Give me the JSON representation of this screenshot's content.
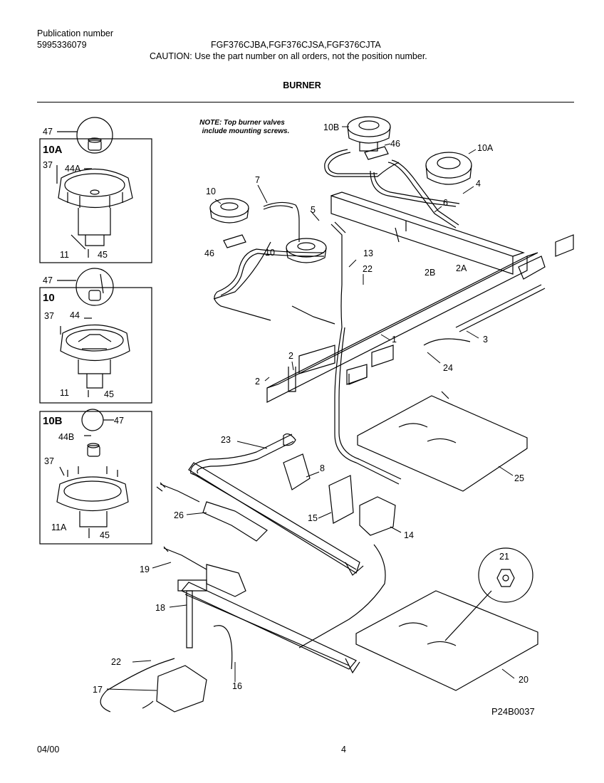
{
  "header": {
    "publication_label": "Publication number",
    "publication_number": "5995336079",
    "models": "FGF376CJBA,FGF376CJSA,FGF376CJTA",
    "caution": "CAUTION:  Use the part number on all orders, not the position number."
  },
  "title": "BURNER",
  "note": [
    "NOTE: Top burner valves",
    "include mounting screws."
  ],
  "insets": {
    "inset_10A": {
      "title": "10A",
      "labels": {
        "a": "47",
        "b": "44A",
        "c": "37",
        "d": "11",
        "e": "45"
      }
    },
    "inset_10": {
      "title": "10",
      "labels": {
        "a": "47",
        "b": "44",
        "c": "37",
        "d": "11",
        "e": "45"
      }
    },
    "inset_10B": {
      "title": "10B",
      "labels": {
        "a": "47",
        "b": "44B",
        "c": "37",
        "d": "11A",
        "e": "45"
      }
    }
  },
  "callouts": {
    "c10B": "10B",
    "c46a": "46",
    "c10A": "10A",
    "c7": "7",
    "c10": "10",
    "c5": "5",
    "c4": "4",
    "c6": "6",
    "c46b": "46",
    "c10b": "10",
    "c13": "13",
    "c22a": "22",
    "c2B": "2B",
    "c2A": "2A",
    "c1": "1",
    "c3": "3",
    "c2a": "2",
    "c24": "24",
    "c2b": "2",
    "c23": "23",
    "c8": "8",
    "c25": "25",
    "c26": "26",
    "c15": "15",
    "c14": "14",
    "c19": "19",
    "c21": "21",
    "c18": "18",
    "c22b": "22",
    "c17": "17",
    "c16": "16",
    "c20": "20"
  },
  "diagram_code": "P24B0037",
  "footer": {
    "date": "04/00",
    "page": "4"
  }
}
